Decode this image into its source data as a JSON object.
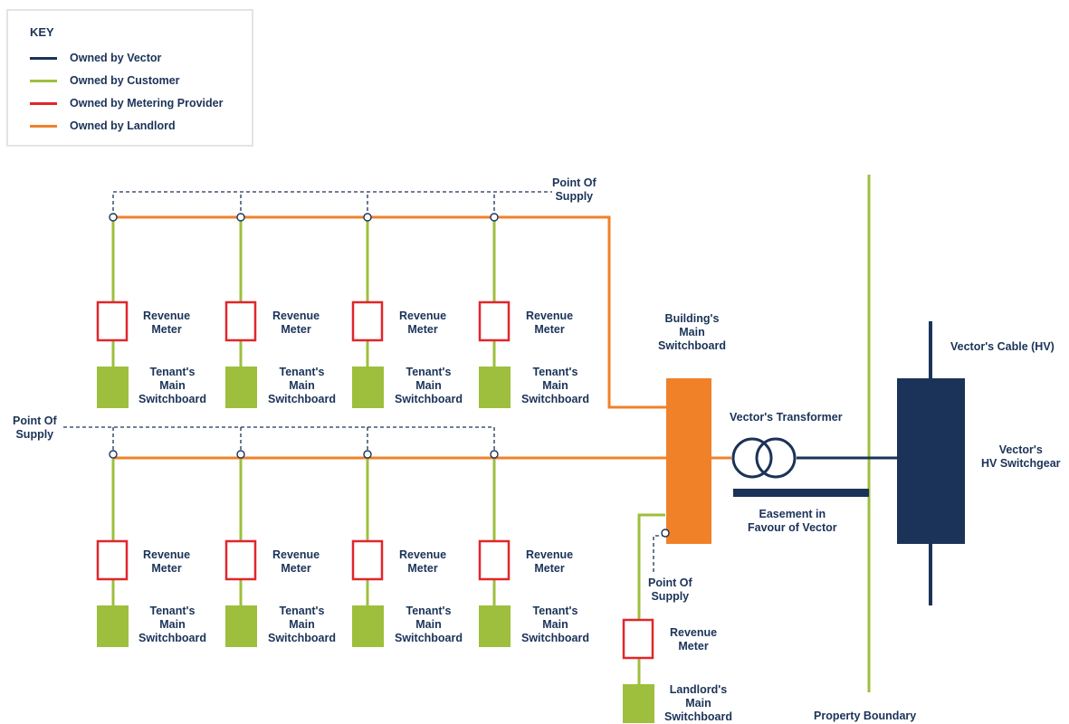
{
  "legend": {
    "title": "KEY",
    "items": [
      {
        "label": "Owned by Vector",
        "color": "#1b3358"
      },
      {
        "label": "Owned by Customer",
        "color": "#9dbf3d"
      },
      {
        "label": "Owned by Metering Provider",
        "color": "#e1262b"
      },
      {
        "label": "Owned by Landlord",
        "color": "#f08129"
      }
    ]
  },
  "labels": {
    "point_of_supply": {
      "line1": "Point Of",
      "line2": "Supply"
    },
    "revenue_meter": {
      "line1": "Revenue",
      "line2": "Meter"
    },
    "tenant_switchboard": {
      "line1": "Tenant's",
      "line2": "Main",
      "line3": "Switchboard"
    },
    "building_switchboard": {
      "line1": "Building's",
      "line2": "Main",
      "line3": "Switchboard"
    },
    "landlord_switchboard": {
      "line1": "Landlord's",
      "line2": "Main",
      "line3": "Switchboard"
    },
    "transformer": "Vector's Transformer",
    "easement": {
      "line1": "Easement in",
      "line2": "Favour of Vector"
    },
    "hv_cable": "Vector's Cable (HV)",
    "hv_switchgear": {
      "line1": "Vector's",
      "line2": "HV Switchgear"
    },
    "property_boundary": "Property Boundary"
  }
}
